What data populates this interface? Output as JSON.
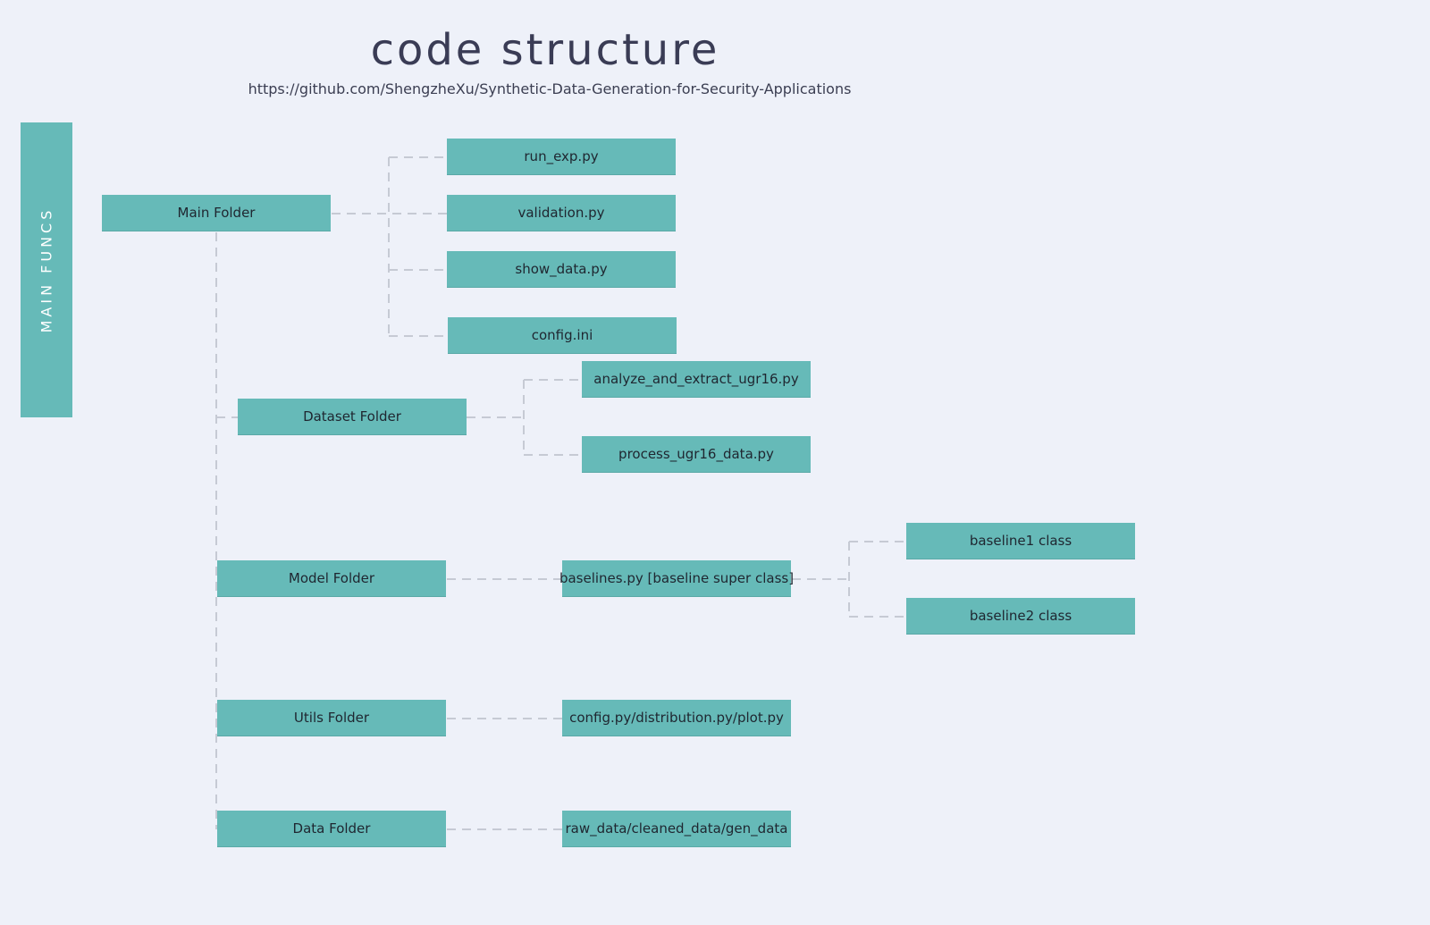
{
  "title": "CODE STRUCTURE",
  "subtitle": "https://github.com/ShengzheXu/Synthetic-Data-Generation-for-Security-Applications",
  "sidebar": {
    "label": "MAIN FUNCS"
  },
  "nodes": {
    "main_folder": "Main Folder",
    "run_exp": "run_exp.py",
    "validation": "validation.py",
    "show_data": "show_data.py",
    "config_ini": "config.ini",
    "dataset_folder": "Dataset Folder",
    "analyze_extract": "analyze_and_extract_ugr16.py",
    "process_ugr16": "process_ugr16_data.py",
    "model_folder": "Model Folder",
    "baselines": "baselines.py [baseline super class]",
    "baseline1": "baseline1 class",
    "baseline2": "baseline2 class",
    "utils_folder": "Utils Folder",
    "utils_files": "config.py/distribution.py/plot.py",
    "data_folder": "Data Folder",
    "data_dirs": "raw_data/cleaned_data/gen_data"
  },
  "colors": {
    "background": "#eef1f9",
    "node": "#66bab8",
    "connector": "#c6cad4",
    "title": "#3a3c55"
  }
}
